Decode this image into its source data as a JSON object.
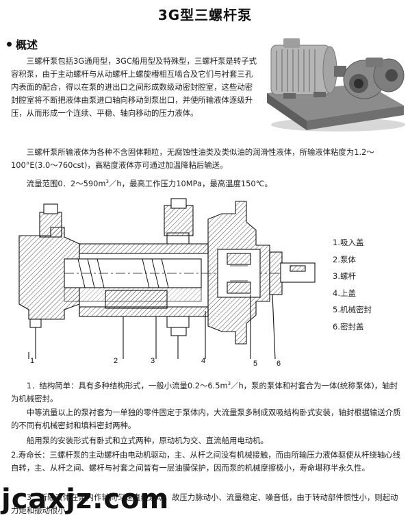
{
  "title": "3G型三螺杆泵",
  "section": {
    "heading": "概述"
  },
  "overview": {
    "p1": "三螺杆泵包括3G通用型，3GC船用型及特殊型，三螺杆泵是转子式容积泵，由于主动螺杆与从动螺杆上螺旋槽相互啮合及它们与衬套三孔内表面的配合，得以在泵的进出口之间形成数级动密封腔室，这些动密封腔室将不断把液体由泵进口轴向移动到泵出口，并使所输液体逐级升压，从而形成一个连续、平稳、轴向移动的压力液体。",
    "p2": "三螺杆泵所输液体为各种不含固体颗粒，无腐蚀性油类及类似油的润滑性液体，所输液体粘度为1.2～100°E(3.0～760cst)，高粘度液体亦可通过加温降粘后输送。",
    "p3_prefix": "流量范围0．2～590m",
    "p3_sup": "3",
    "p3_suffix": "／h，最高工作压力10MPa，最高温度150℃。"
  },
  "diagram": {
    "callouts": [
      "1",
      "2",
      "3",
      "4",
      "5",
      "6"
    ]
  },
  "legend": {
    "items": [
      "1.吸入盖",
      "2.泵体",
      "3.螺杆",
      "4.上盖",
      "5.机械密封",
      "6.密封盖"
    ]
  },
  "body": {
    "b1_prefix": "1．结构简单：具有多种结构形式，一般小流量0.2～6.5m",
    "b1_sup": "3",
    "b1_suffix": "／h，泵的泵体和衬套合为一体(统称泵体)，轴封为机械密封。",
    "b2": "中等流量以上的泵衬套为一单独的零件固定于泵体内，大流量泵多制成双吸结构卧式安装，轴封根据输送介质的不同有机械密封和填料密封两种。",
    "b3": "船用泵的安装形式有卧式和立式两种，原动机为交、直流船用电动机。",
    "b4": "2.寿命长：三螺杆泵的主动螺杆由电动机驱动，主、从杆之间没有机械接触，而由所输压力液体驱使从杆绕轴心线自转，主、从杆之间、螺杆与衬套之间皆有一层油膜保护，因而泵的机械摩擦极小，寿命堪称半永久性。",
    "b5": "3．所输液体在泵内作轴向匀速直线运动，故压力脉动小、流量稳定、噪音低，由于转动部件惯性小，则起动力矩和振动很小。"
  },
  "watermark": "jcaxjz.com"
}
